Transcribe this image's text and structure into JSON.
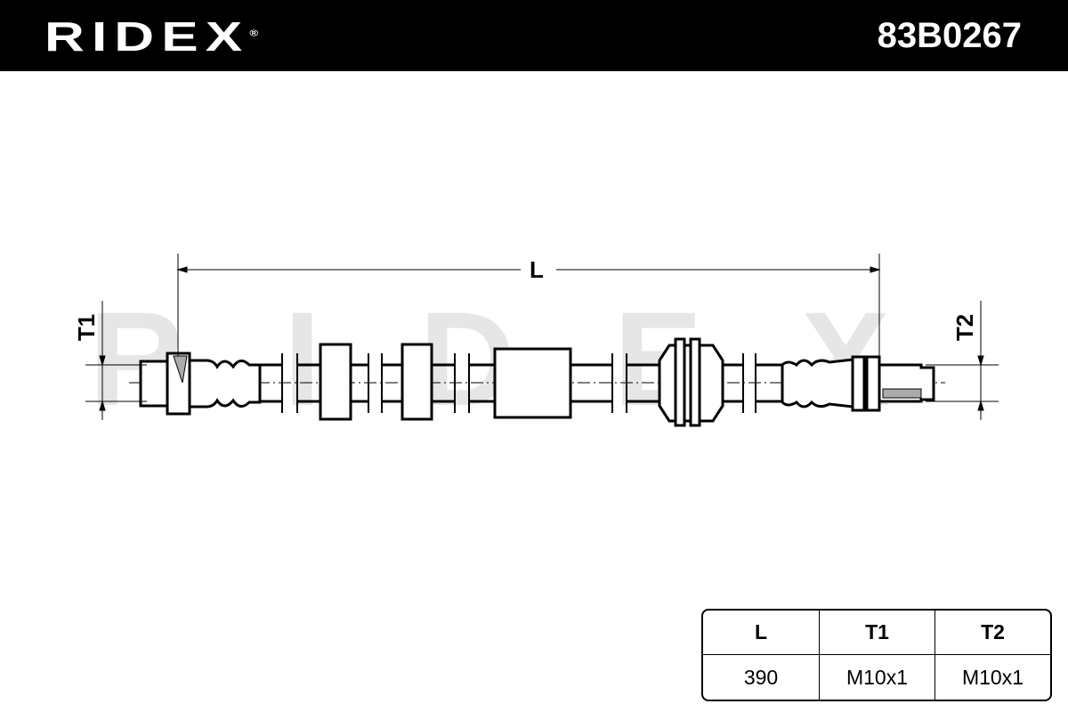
{
  "header": {
    "brand": "RIDEX",
    "registered": "®",
    "part_number": "83B0267"
  },
  "drawing": {
    "dim_length_label": "L",
    "dim_t1_label": "T1",
    "dim_t2_label": "T2",
    "watermark": "RIDEX"
  },
  "spec_table": {
    "headers": [
      "L",
      "T1",
      "T2"
    ],
    "values": [
      "390",
      "M10x1",
      "M10x1"
    ]
  }
}
